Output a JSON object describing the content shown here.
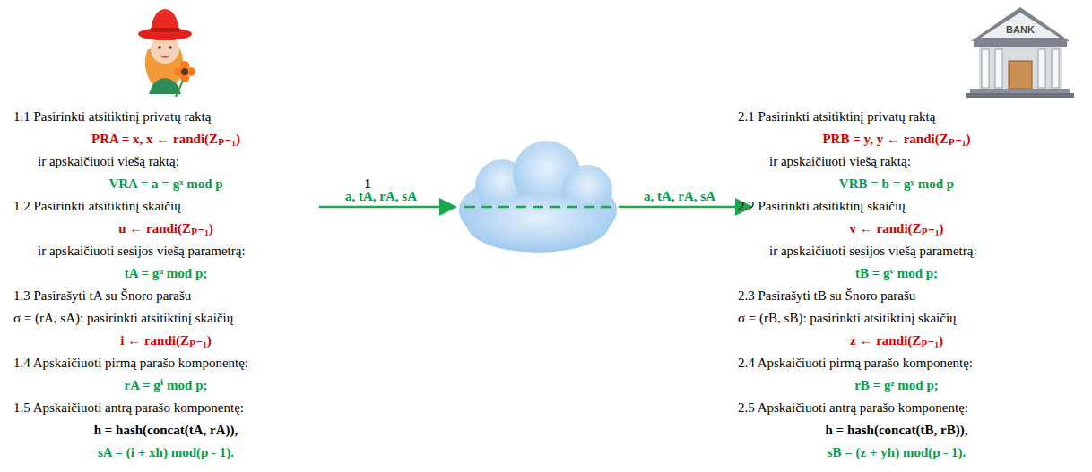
{
  "diagram": {
    "nodes": [
      {
        "text": [
          "BANK"
        ]
      }
    ],
    "labels": [
      "1.1 Pasirinkti atsitiktinį privatų raktą",
      "PRA = x, x ← randi(Zₚ₋₁)",
      "ir apskaičiuoti viešą raktą:",
      "VRA = a = gˣ mod p",
      "1.2 Pasirinkti atsitiktinį skaičių",
      "u ← randi(Zₚ₋₁)",
      "ir apskaičiuoti sesijos viešą parametrą:",
      "tA = gᵘ mod p;",
      "1.3 Pasirašyti tA su Šnoro parašu",
      "σ = (rA, sA): pasirinkti atsitiktinį skaičių",
      "i ← randi(Zₚ₋₁)",
      "1.4 Apskaičiuoti pirmą parašo komponentę:",
      "rA = gⁱ mod p;",
      "1.5 Apskaičiuoti antrą parašo komponentę:",
      "h = hash(concat(tA, rA)),",
      "sA = (i + xh) mod(p - 1).",
      "1",
      "a, tA, rA, sA",
      "a, tA, rA, sA",
      "2.1 Pasirinkti atsitiktinį privatų raktą",
      "PRB = y, y ← randi(Zₚ₋₁)",
      "ir apskaičiuoti viešą raktą:",
      "VRB = b = gʸ mod p",
      "2.2 Pasirinkti atsitiktinį skaičių",
      "v ← randi(Zₚ₋₁)",
      "ir apskaičiuoti sesijos viešą parametrą:",
      "tB = gᵛ mod p;",
      "2.3 Pasirašyti tB su Šnoro parašu",
      "σ = (rB, sB): pasirinkti atsitiktinį skaičių",
      "z ← randi(Zₚ₋₁)",
      "2.4 Apskaičiuoti pirmą parašo komponentę:",
      "rB = gᶻ mod p;",
      "2.5 Apskaičiuoti antrą parašo komponentę:",
      "h = hash(concat(tB, rB)),",
      "sB = (z + yh) mod(p - 1)."
    ]
  }
}
